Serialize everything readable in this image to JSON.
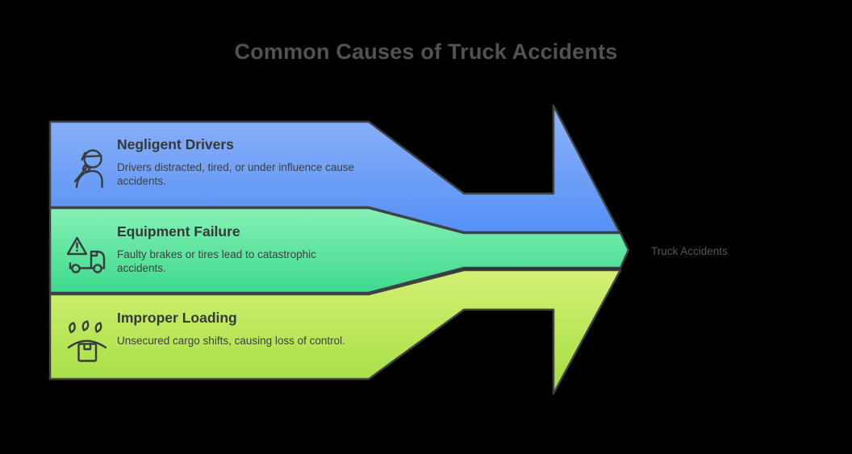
{
  "title": "Common Causes of Truck Accidents",
  "result_label": "Truck Accidents",
  "causes": [
    {
      "title": "Negligent Drivers",
      "description": "Drivers distracted, tired, or under influence cause accidents.",
      "icon": "driver-with-cap-icon"
    },
    {
      "title": "Equipment Failure",
      "description": "Faulty brakes or tires lead to catastrophic accidents.",
      "icon": "truck-warning-icon"
    },
    {
      "title": "Improper Loading",
      "description": "Unsecured cargo shifts, causing loss of control.",
      "icon": "falling-cargo-box-icon"
    }
  ],
  "colors": {
    "background": "#000000",
    "band_border": "#3e4347",
    "blue_top": "#8FB3F9",
    "blue_bottom": "#5590F5",
    "green_top": "#85F0B5",
    "green_bottom": "#3EDA8C",
    "lime_top": "#D5F074",
    "lime_bottom": "#A2DE42",
    "heading_text": "#35383a",
    "body_text": "#3e4042",
    "muted_text": "#53565a"
  }
}
